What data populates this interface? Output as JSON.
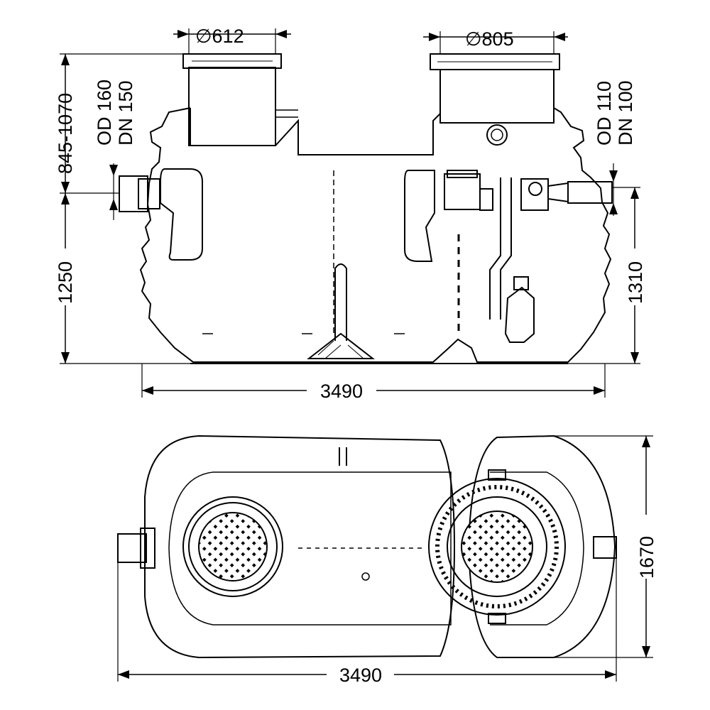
{
  "colors": {
    "line": "#000000",
    "background": "#ffffff"
  },
  "side_view": {
    "dia_left": "612",
    "dia_right": "805",
    "dia_symbol": "∅",
    "inlet_od": "OD 160",
    "inlet_dn": "DN 150",
    "outlet_od": "OD 110",
    "outlet_dn": "DN 100",
    "height_cover": "845-1070",
    "height_inlet": "1250",
    "height_outlet": "1310",
    "length": "3490"
  },
  "top_view": {
    "length": "3490",
    "width": "1670"
  }
}
